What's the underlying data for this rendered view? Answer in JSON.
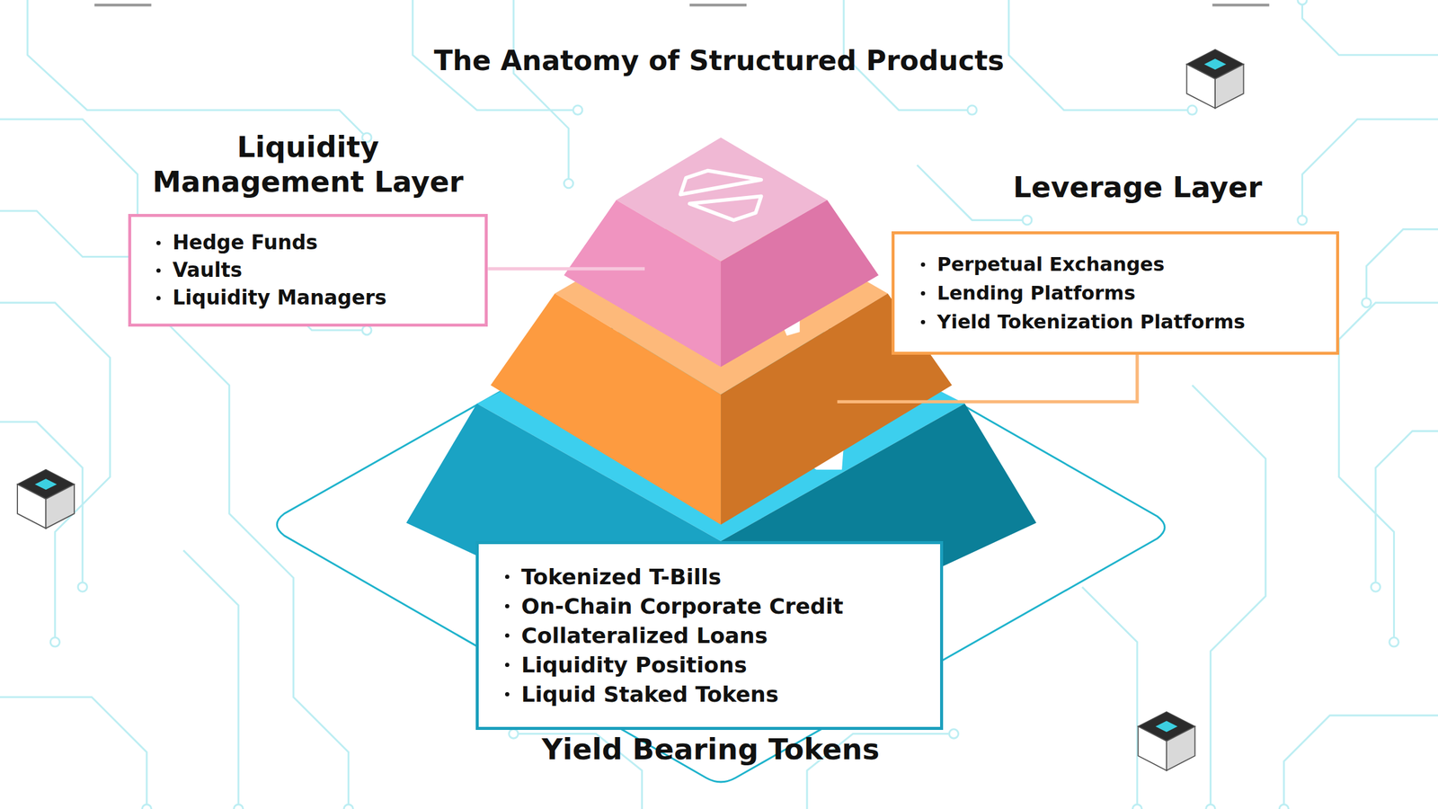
{
  "diagram": {
    "title": "The Anatomy of Structured Products",
    "nodes": [
      {
        "text": [
          "Liquidity Management Layer",
          "Hedge Funds",
          "Vaults",
          "Liquidity Managers"
        ]
      },
      {
        "text": [
          "Leverage Layer",
          "Perpetual Exchanges",
          "Lending Platforms",
          "Yield Tokenization Platforms"
        ]
      },
      {
        "text": [
          "Tokenized T-Bills",
          "On-Chain Corporate Credit",
          "Collateralized Loans",
          "Liquidity Positions",
          "Liquid Staked Tokens",
          "Yield Bearing Tokens"
        ]
      }
    ]
  }
}
